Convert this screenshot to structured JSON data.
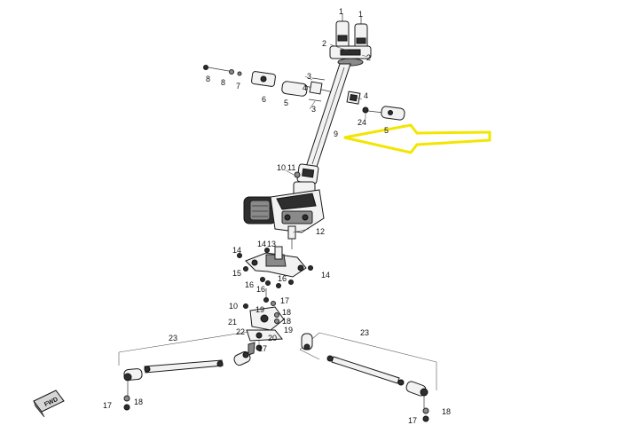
{
  "labels": {
    "steering_shaft_top": [
      "1",
      "1",
      "2",
      "2"
    ],
    "upper_left": [
      "8",
      "8",
      "7",
      "6",
      "5",
      "3",
      "4",
      "3"
    ],
    "upper_right": [
      "4",
      "24",
      "5"
    ],
    "shaft": "9",
    "mount": [
      "10",
      "11"
    ],
    "eps_unit": "12",
    "bracket": [
      "14",
      "14",
      "13",
      "15",
      "16",
      "16",
      "16",
      "14"
    ],
    "lower": [
      "17",
      "18",
      "10",
      "19",
      "18",
      "21",
      "19",
      "22",
      "20",
      "17"
    ],
    "tie_rod_left": [
      "23",
      "17",
      "18"
    ],
    "tie_rod_right": [
      "23",
      "17",
      "18"
    ]
  },
  "fwd_badge": "FWD",
  "colors": {
    "highlight_arrow": "#f2e600",
    "line": "#1a1a1a"
  }
}
